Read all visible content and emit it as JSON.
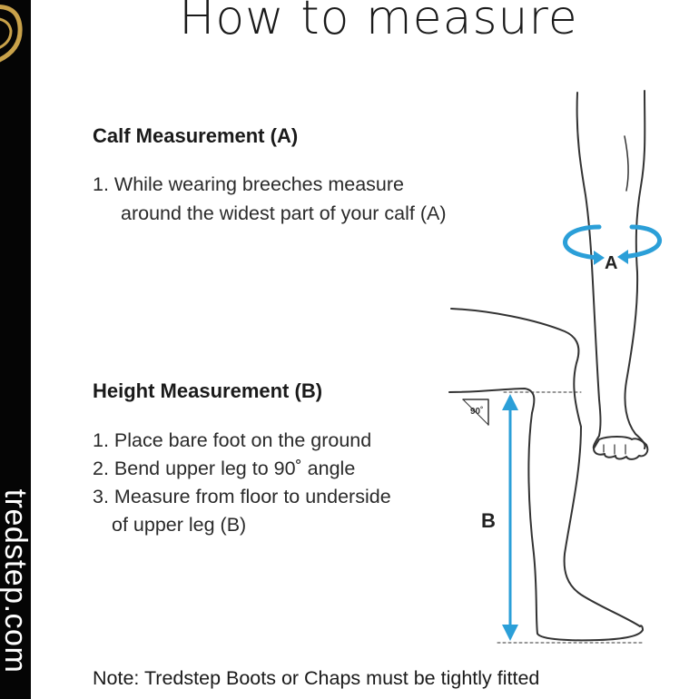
{
  "title": "How to measure",
  "brand": {
    "url_text": "tredstep.com"
  },
  "calf": {
    "heading": "Calf Measurement (A)",
    "steps": [
      {
        "number": "1.",
        "line1": "While wearing breeches measure",
        "line2": "around the widest part of your calf (A)"
      }
    ]
  },
  "height": {
    "heading": "Height Measurement (B)",
    "steps": [
      {
        "number": "1.",
        "line1": "Place bare foot on the ground"
      },
      {
        "number": "2.",
        "line1": "Bend upper leg to 90˚ angle"
      },
      {
        "number": "3.",
        "line1": "Measure from floor to underside",
        "line2": "of upper leg (B)"
      }
    ]
  },
  "illustration": {
    "label_a": "A",
    "label_b": "B",
    "angle_label": "90˚",
    "accent_color": "#2b9fd8",
    "line_color": "#333333"
  },
  "note": "Note: Tredstep Boots or Chaps must be tightly fitted"
}
